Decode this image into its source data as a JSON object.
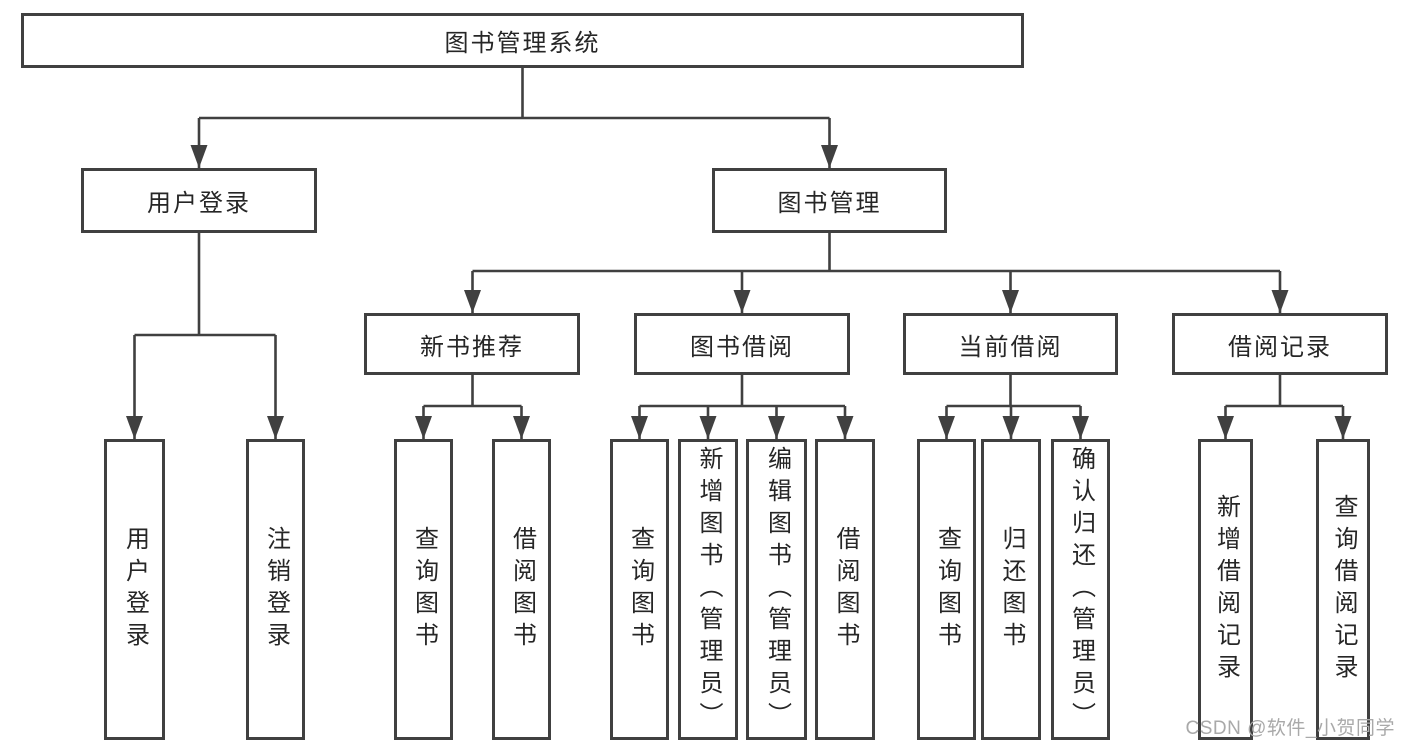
{
  "tree": {
    "label": "图书管理系统",
    "children": [
      {
        "label": "用户登录",
        "children": [
          {
            "label": "用户登录"
          },
          {
            "label": "注销登录"
          }
        ]
      },
      {
        "label": "图书管理",
        "children": [
          {
            "label": "新书推荐",
            "children": [
              {
                "label": "查询图书"
              },
              {
                "label": "借阅图书"
              }
            ]
          },
          {
            "label": "图书借阅",
            "children": [
              {
                "label": "查询图书"
              },
              {
                "label": "新增图书（管理员）"
              },
              {
                "label": "编辑图书（管理员）"
              },
              {
                "label": "借阅图书"
              }
            ]
          },
          {
            "label": "当前借阅",
            "children": [
              {
                "label": "查询图书"
              },
              {
                "label": "归还图书"
              },
              {
                "label": "确认归还（管理员）"
              }
            ]
          },
          {
            "label": "借阅记录",
            "children": [
              {
                "label": "新增借阅记录"
              },
              {
                "label": "查询借阅记录"
              }
            ]
          }
        ]
      }
    ]
  },
  "watermark": {
    "text": "CSDN @软件_小贺同学"
  },
  "colors": {
    "line": "#404040",
    "node_border": "#404040",
    "text": "#262626",
    "watermark": "#a9a9a9",
    "background": "#ffffff"
  }
}
